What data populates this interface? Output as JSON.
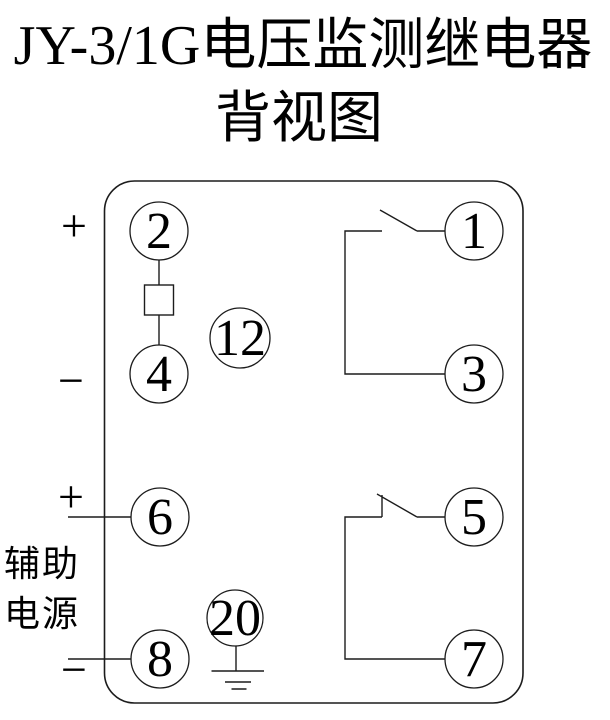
{
  "title": {
    "line1": "JY-3/1G电压监测继电器",
    "line2": "背视图"
  },
  "terminals": [
    {
      "label": "2"
    },
    {
      "label": "4"
    },
    {
      "label": "12"
    },
    {
      "label": "6"
    },
    {
      "label": "8"
    },
    {
      "label": "20"
    },
    {
      "label": "1"
    },
    {
      "label": "3"
    },
    {
      "label": "5"
    },
    {
      "label": "7"
    }
  ],
  "annotations": {
    "voltage_plus": "+",
    "voltage_minus": "−",
    "aux_plus": "+",
    "aux_minus": "−",
    "aux_supply_line1": "辅助",
    "aux_supply_line2": "电源"
  },
  "symbols": {
    "series_element": "square-element-between-2-and-4",
    "contact_1_3": "normally-open-contact",
    "contact_5_7": "normally-open-contact",
    "ground": "earth-ground-below-20"
  },
  "colors": {
    "background": "#ffffff",
    "line": "#1c1c1c",
    "text": "#000000"
  }
}
